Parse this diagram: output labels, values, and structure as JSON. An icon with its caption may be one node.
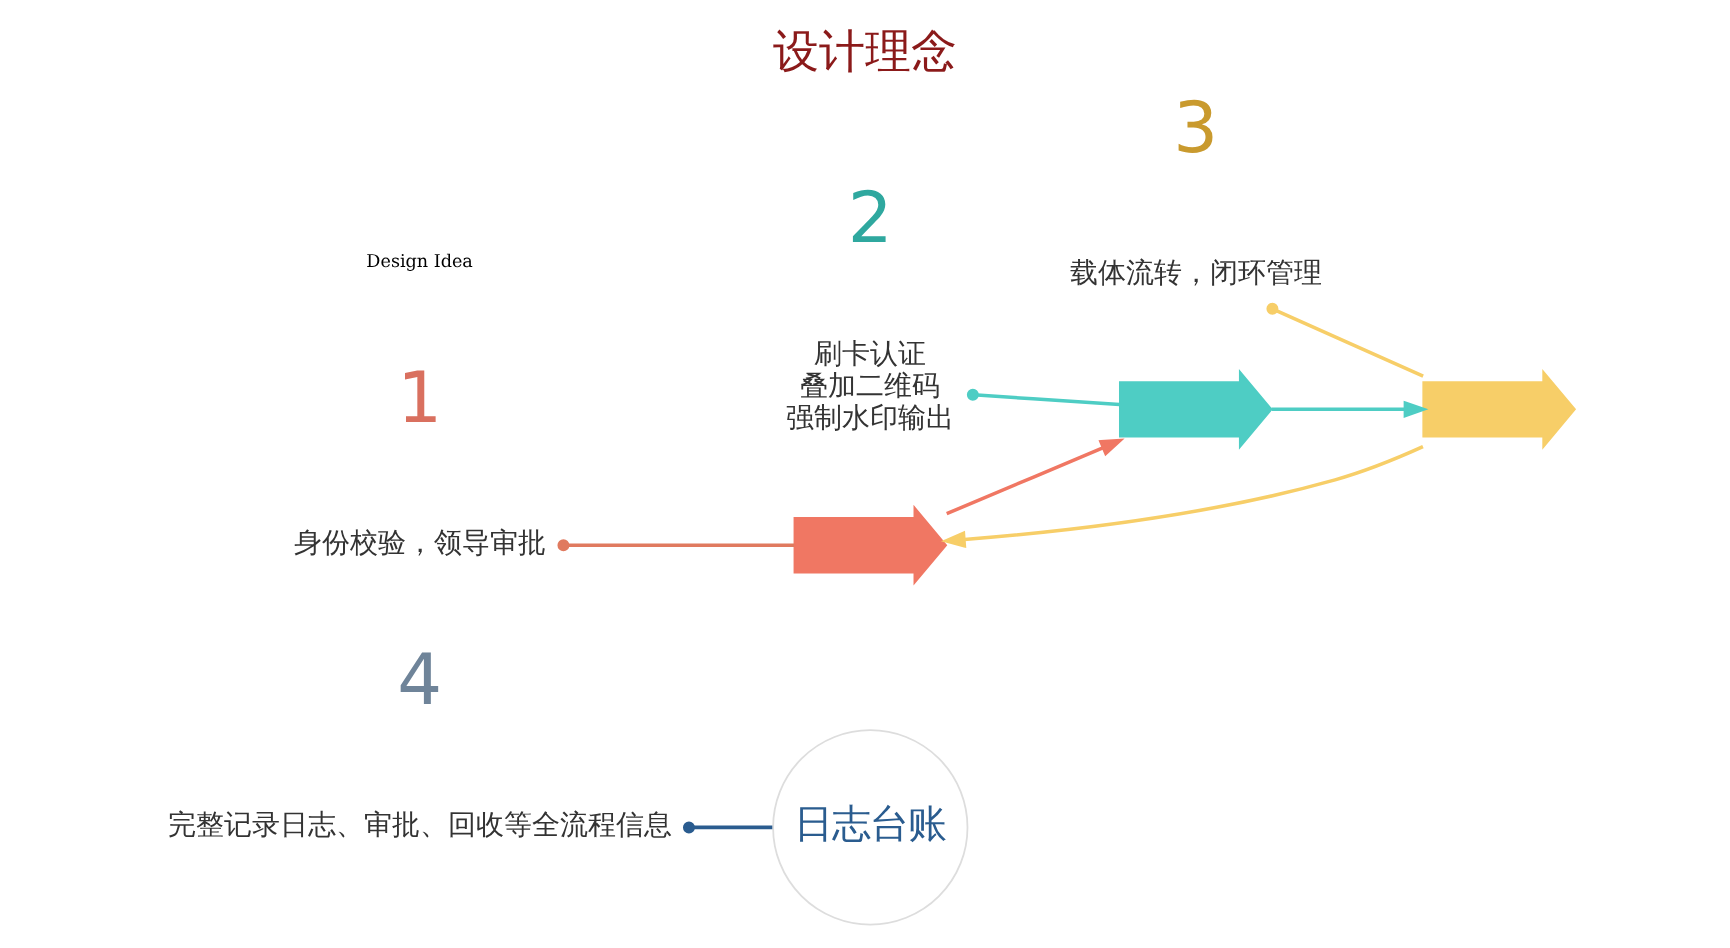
{
  "diagram": {
    "title": "设计理念",
    "nodes": [
      {
        "text": [
          "日志台账"
        ]
      },
      {
        "text": [],
        "shape": "arrow"
      },
      {
        "text": [],
        "shape": "arrow"
      },
      {
        "text": [],
        "shape": "arrow"
      },
      {
        "text": [
          "身份校验，领导审批"
        ],
        "beside": [
          "1"
        ]
      },
      {
        "text": [
          "刷卡认证",
          "叠加二维码",
          "强制水印输出"
        ],
        "beside": [
          "2"
        ]
      },
      {
        "text": [
          "载体流转，闭环管理"
        ],
        "beside": [
          "3"
        ]
      },
      {
        "text": [
          "完整记录日志、审批、回收等全流程信息"
        ],
        "beside": [
          "4"
        ]
      }
    ],
    "edges": [
      {
        "from": 1,
        "to": 2,
        "arrow": "to",
        "color": "#f07763"
      },
      {
        "from": 2,
        "to": 3,
        "arrow": "to",
        "color": "#4ecdc4"
      },
      {
        "from": 3,
        "to": 1,
        "arrow": "to",
        "color": "#f7ce68"
      },
      {
        "from": 4,
        "to": 1,
        "arrow": "other",
        "color": "#e07a5f"
      },
      {
        "from": 5,
        "to": 2,
        "arrow": "other",
        "color": "#4ecdc4"
      },
      {
        "from": 6,
        "to": 3,
        "arrow": "other",
        "color": "#f7ce68"
      },
      {
        "from": 7,
        "to": 0,
        "arrow": "other",
        "color": "#2a5c8f"
      }
    ],
    "labels": [
      "Design Idea"
    ]
  }
}
